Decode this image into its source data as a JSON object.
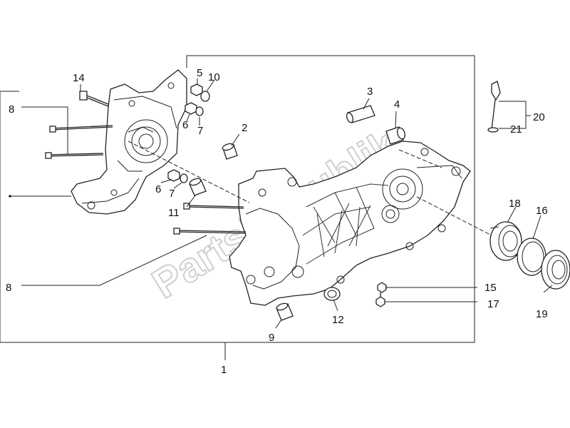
{
  "watermark": "PartsRepublik",
  "callouts": [
    "1",
    "2",
    "3",
    "4",
    "5",
    "6",
    "7",
    "8",
    "9",
    "10",
    "11",
    "12",
    "14",
    "15",
    "16",
    "17",
    "18",
    "19",
    "20",
    "21"
  ],
  "labels": {
    "l1": "1",
    "l2": "2",
    "l3": "3",
    "l4": "4",
    "l5": "5",
    "l6a": "6",
    "l6b": "6",
    "l7a": "7",
    "l7b": "7",
    "l8a": "8",
    "l8b": "8",
    "l9": "9",
    "l10": "10",
    "l11": "11",
    "l12": "12",
    "l14": "14",
    "l15": "15",
    "l16": "16",
    "l17": "17",
    "l18": "18",
    "l19": "19",
    "l20": "20",
    "l21": "21"
  }
}
